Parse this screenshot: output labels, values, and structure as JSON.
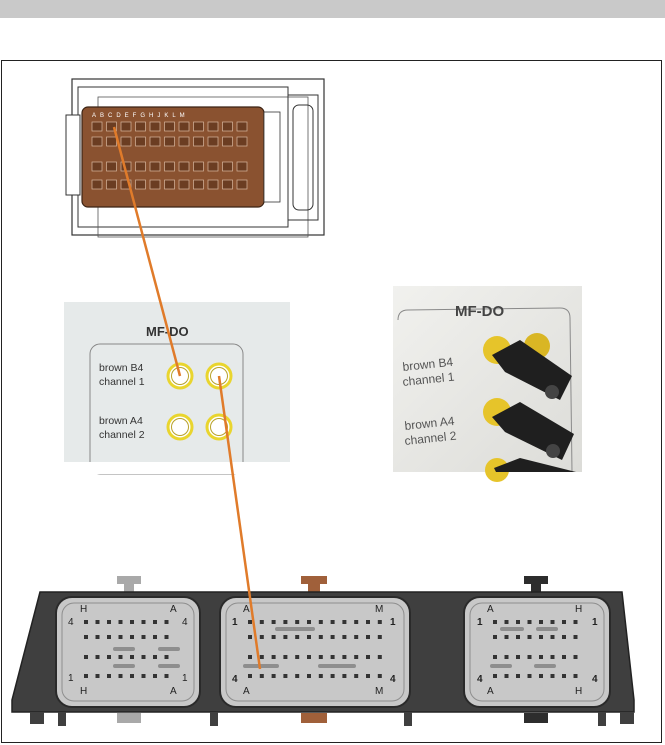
{
  "panel_drawing": {
    "title": "MF-DO",
    "rows": [
      {
        "line1": "brown B4",
        "line2": "channel 1"
      },
      {
        "line1": "brown A4",
        "line2": "channel 2"
      }
    ]
  },
  "panel_photo": {
    "title": "MF-DO",
    "rows": [
      {
        "line1": "brown B4",
        "line2": "channel 1"
      },
      {
        "line1": "brown A4",
        "line2": "channel 2"
      }
    ]
  },
  "top_connector": {
    "pin_letters": "ABCDEFGHJKLM"
  },
  "ecu_connector": {
    "left_block": {
      "top_left": "H",
      "top_right": "A",
      "bottom_left": "H",
      "bottom_right": "A",
      "row_top": "4",
      "row_bottom": "1"
    },
    "middle_block": {
      "top_left": "A",
      "top_right": "M",
      "bottom_left": "A",
      "bottom_right": "M",
      "row_top": "1",
      "row_bottom": "4"
    },
    "right_block": {
      "top_left": "A",
      "top_right": "H",
      "bottom_left": "A",
      "bottom_right": "H",
      "row_top": "1",
      "row_bottom": "4"
    }
  },
  "colors": {
    "wire": "#e07b2a",
    "connector_brown": "#8a5230",
    "housing_dark": "#3f3f3f",
    "block_grey": "#c8c8c8",
    "tab_grey": "#a9a9a9",
    "tab_brown": "#a0603a",
    "tab_black": "#2d2d2d",
    "socket_yellow": "#e9d52e"
  }
}
